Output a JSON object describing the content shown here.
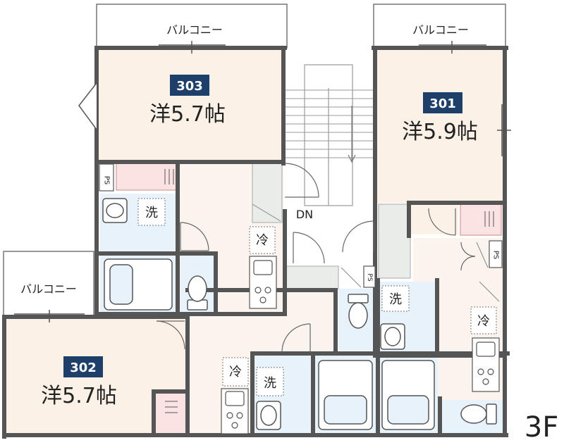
{
  "floor_label": "3F",
  "colors": {
    "room_fill": "#fbf1e6",
    "wet_fill": "#e7f2fb",
    "corridor_fill": "#ffffff",
    "storage_fill": "#e9ece8",
    "closet_fill": "#fbe3e3",
    "badge": "#1f3f6b",
    "wall": "#555555"
  },
  "units": [
    {
      "number": "303",
      "room": "洋5.7帖"
    },
    {
      "number": "301",
      "room": "洋5.9帖"
    },
    {
      "number": "302",
      "room": "洋5.7帖"
    }
  ],
  "balconies": [
    "バルコニー",
    "バルコニー",
    "バルコニー"
  ],
  "stairs_label": "DN",
  "fixtures": {
    "washer": "洗",
    "fridge": "冷",
    "pipe_space": "PS"
  }
}
